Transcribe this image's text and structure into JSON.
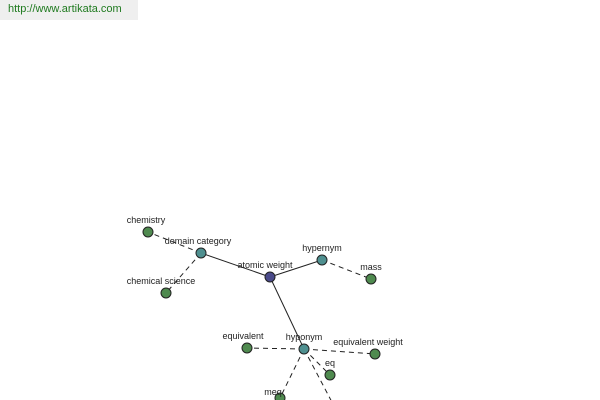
{
  "header": {
    "url": "http://www.artikata.com"
  },
  "graph": {
    "colors": {
      "center": "#4a4a8a",
      "relation": "#4f9090",
      "term": "#4f8a4f"
    },
    "nodes": [
      {
        "id": "atomic-weight",
        "label": "atomic weight",
        "kind": "center"
      },
      {
        "id": "domain-category",
        "label": "domain category",
        "kind": "relation"
      },
      {
        "id": "hypernym",
        "label": "hypernym",
        "kind": "relation"
      },
      {
        "id": "hyponym",
        "label": "hyponym",
        "kind": "relation"
      },
      {
        "id": "chemistry",
        "label": "chemistry",
        "kind": "term"
      },
      {
        "id": "chemical-science",
        "label": "chemical science",
        "kind": "term"
      },
      {
        "id": "mass",
        "label": "mass",
        "kind": "term"
      },
      {
        "id": "equivalent",
        "label": "equivalent",
        "kind": "term"
      },
      {
        "id": "equivalent-weight",
        "label": "equivalent weight",
        "kind": "term"
      },
      {
        "id": "eq",
        "label": "eq",
        "kind": "term"
      },
      {
        "id": "meq",
        "label": "meq",
        "kind": "term"
      }
    ],
    "edges": [
      {
        "from": "atomic-weight",
        "to": "domain-category",
        "style": "solid"
      },
      {
        "from": "atomic-weight",
        "to": "hypernym",
        "style": "solid"
      },
      {
        "from": "atomic-weight",
        "to": "hyponym",
        "style": "solid"
      },
      {
        "from": "domain-category",
        "to": "chemistry",
        "style": "dashed"
      },
      {
        "from": "domain-category",
        "to": "chemical-science",
        "style": "dashed"
      },
      {
        "from": "hypernym",
        "to": "mass",
        "style": "dashed"
      },
      {
        "from": "hyponym",
        "to": "equivalent",
        "style": "dashed"
      },
      {
        "from": "hyponym",
        "to": "equivalent-weight",
        "style": "dashed"
      },
      {
        "from": "hyponym",
        "to": "eq",
        "style": "dashed"
      },
      {
        "from": "hyponym",
        "to": "meq",
        "style": "dashed"
      },
      {
        "from": "hyponym",
        "to": "offscreen",
        "style": "dashed"
      }
    ]
  }
}
